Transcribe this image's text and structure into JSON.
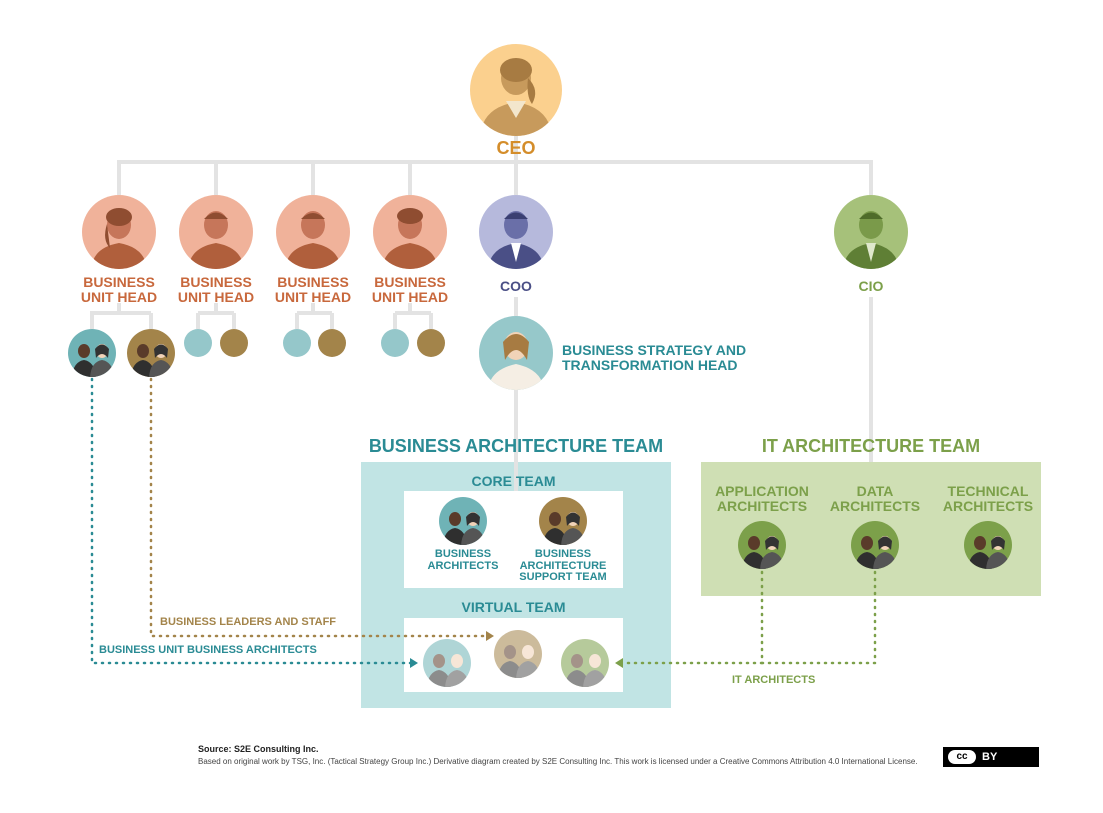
{
  "colors": {
    "connector": "#e3e3e3",
    "business_unit": "#c8683c",
    "ceo": "#d48d2a",
    "coo": "#4a4f86",
    "cio": "#7ca04a",
    "teal": "#2a8b94",
    "team_bg": "#c1e4e4",
    "it_bg": "#cfdfb4",
    "tan": "#a3844a"
  },
  "icons": {
    "person": "person-icon",
    "pair": "people-pair-icon"
  },
  "ceo": {
    "label": "CEO"
  },
  "business_units": [
    {
      "line1": "BUSINESS",
      "line2": "UNIT HEAD"
    },
    {
      "line1": "BUSINESS",
      "line2": "UNIT HEAD"
    },
    {
      "line1": "BUSINESS",
      "line2": "UNIT HEAD"
    },
    {
      "line1": "BUSINESS",
      "line2": "UNIT HEAD"
    }
  ],
  "coo": {
    "label": "COO"
  },
  "cio": {
    "label": "CIO"
  },
  "strategy_head": {
    "line1": "BUSINESS STRATEGY AND",
    "line2": "TRANSFORMATION HEAD"
  },
  "business_architecture_team": {
    "title": "BUSINESS ARCHITECTURE TEAM",
    "core": {
      "title": "CORE TEAM",
      "member1": {
        "line1": "BUSINESS",
        "line2": "ARCHITECTS"
      },
      "member2": {
        "line1": "BUSINESS",
        "line2": "ARCHITECTURE",
        "line3": "SUPPORT TEAM"
      }
    },
    "virtual": {
      "title": "VIRTUAL TEAM"
    }
  },
  "it_architecture_team": {
    "title": "IT ARCHITECTURE TEAM",
    "groups": [
      {
        "line1": "APPLICATION",
        "line2": "ARCHITECTS"
      },
      {
        "line1": "DATA",
        "line2": "ARCHITECTS"
      },
      {
        "line1": "TECHNICAL",
        "line2": "ARCHITECTS"
      }
    ]
  },
  "flows": {
    "leaders": "BUSINESS LEADERS AND STAFF",
    "bu_architects": "BUSINESS UNIT BUSINESS ARCHITECTS",
    "it_architects": "IT ARCHITECTS"
  },
  "footer": {
    "source": "Source: S2E Consulting Inc.",
    "credit": "Based on original work by TSG, Inc. (Tactical Strategy Group Inc.) Derivative diagram created by S2E Consulting Inc. This work is licensed under a Creative Commons Attribution 4.0 International License.",
    "cc": "cc",
    "by": "BY"
  }
}
